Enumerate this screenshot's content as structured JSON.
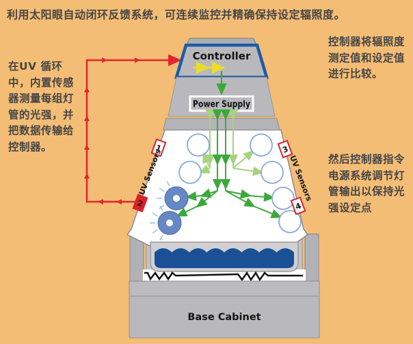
{
  "caption_top": "利用太阳眼自动闭环反馈系统，可连续监控并精确保持设定辐照度。",
  "notes": {
    "left": "在UV 循环中，内置传感器测量每组灯管的光强，并把数据传输给控制器。",
    "right_top": "控制器将辐照度测定值和设定值进行比较。",
    "right_bottom": "然后控制器指令电源系统调节灯管输出以保持光强设定点"
  },
  "machine": {
    "controller_label": "Controller",
    "power_supply_label": "Power Supply",
    "base_cabinet_label": "Base Cabinet",
    "uv_sensors_label_left": "UV Sensors",
    "uv_sensors_label_right": "UV Sensors",
    "sensor_ids": [
      "1",
      "2",
      "3",
      "4"
    ]
  },
  "colors": {
    "background_orange": "#f4bd75",
    "machine_gray": "#b9b9bd",
    "controller_border_blue": "#1b5ca8",
    "water_blue": "#1b4f96",
    "lamp_blue": "#6688c4",
    "lamp_ring_blue": "#88a8d8",
    "feedback_red": "#e4252b",
    "sensor_red": "#da2128",
    "arrow_green_dark": "#3ca83c",
    "arrow_green_light": "#a6d37f",
    "arrow_yellow": "#ecdc2a"
  }
}
